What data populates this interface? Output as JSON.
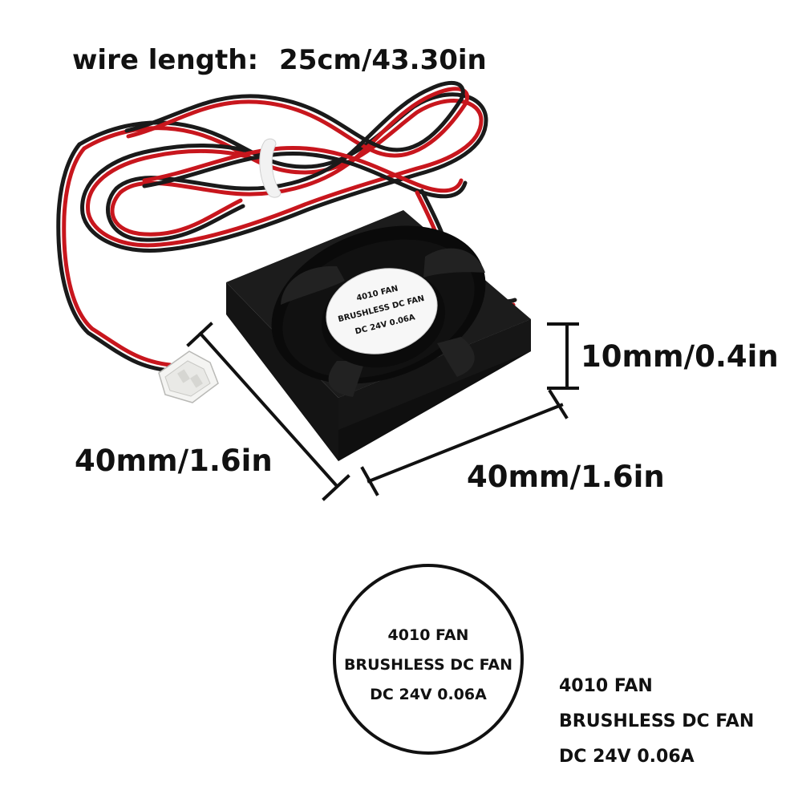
{
  "header": {
    "wire_length_label": "wire length:",
    "wire_length_value": "25cm/43.30in"
  },
  "dimensions": {
    "height": "10mm/0.4in",
    "left_side": "40mm/1.6in",
    "right_side": "40mm/1.6in"
  },
  "fan_sticker": {
    "line1": "4010 FAN",
    "line2": "BRUSHLESS DC FAN",
    "line3": "DC 24V 0.06A"
  },
  "label_circle": {
    "line1": "4010 FAN",
    "line2": "BRUSHLESS DC FAN",
    "line3": "DC 24V 0.06A"
  },
  "spec_text": {
    "line1": "4010 FAN",
    "line2": "BRUSHLESS DC FAN",
    "line3": "DC 24V 0.06A"
  },
  "colors": {
    "fan_body": "#111111",
    "wire_red": "#c8161d",
    "wire_black": "#1a1a1a",
    "connector": "#f4f4f2",
    "text": "#111111"
  }
}
